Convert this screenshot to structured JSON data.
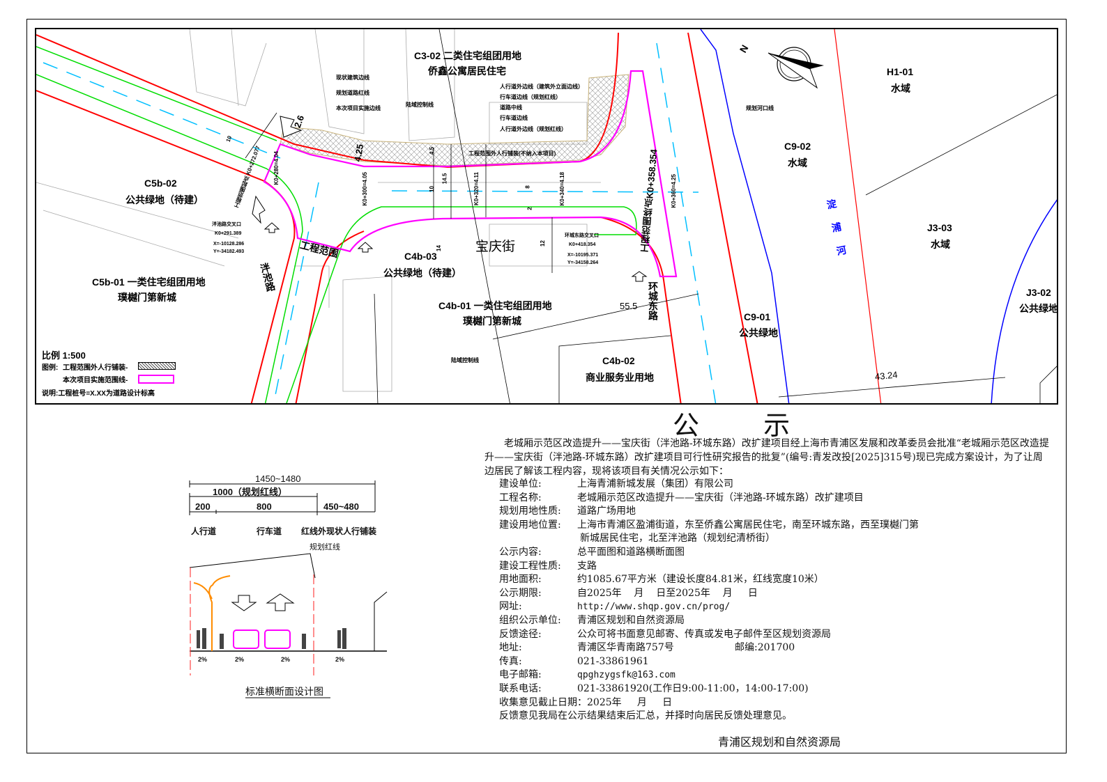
{
  "map": {
    "labels": {
      "c3_02_code": "C3-02 二类住宅组团用地",
      "c3_02_name": "侨鑫公寓居民住宅",
      "c5b_02_code": "C5b-02",
      "c5b_02_name": "公共绿地（待建）",
      "c5b_01_code": "C5b-01 一类住宅组团用地",
      "c5b_01_name": "璞樾门第新城",
      "c4b_03_code": "C4b-03",
      "c4b_03_name": "公共绿地（待建）",
      "c4b_01_code": "C4b-01 一类住宅组团用地",
      "c4b_01_name": "璞樾门第新城",
      "c4b_02_code": "C4b-02",
      "c4b_02_name": "商业服务业用地",
      "c9_02_code": "C9-02",
      "c9_02_name": "水域",
      "c9_01_code": "C9-01",
      "c9_01_name": "公共绿地",
      "h1_01_code": "H1-01",
      "h1_01_name": "水域",
      "j3_03_code": "J3-03",
      "j3_03_name": "水域",
      "j3_02_code": "J3-02",
      "j3_02_name": "公共绿地",
      "baoqing_street": "宝庆街",
      "panchi_road": "泮池路",
      "huancheng_east_road": "环城东路",
      "river": "淀浦河",
      "project_scope": "工程范围",
      "north": "N"
    },
    "callouts": {
      "left_1": "现状建筑边线",
      "left_2": "规划道路红线",
      "left_3": "本次项目实施边线",
      "right_1": "人行道外边线（建筑外立面边线）",
      "right_2": "行车道边线（规划红线）",
      "right_3": "道路中线",
      "right_4": "行车道边线",
      "right_5": "人行道外边线（规划红线）",
      "land_control_1": "陆域控制线",
      "land_control_2": "陆域控制线",
      "river_line": "规划河口线",
      "paving_note": "工程范围外人行铺装(不纳入本项目)",
      "start_point": "工程范围起点 K0+272.077",
      "end_point": "工程范围终点K0+358.354"
    },
    "intersections": {
      "panchi": {
        "name": "泮池路交叉口",
        "station": "K0+291.389",
        "x": "X=-10128.286",
        "y": "Y=-34182.493"
      },
      "huancheng": {
        "name": "环城东路交叉口",
        "station": "K0+418.354",
        "x": "X=-10195.371",
        "y": "Y=-34158.264"
      }
    },
    "dimensions": {
      "d_2_6": "2.6",
      "d_10a": "10",
      "d_4_25": "4.25",
      "d_4_5": "4.5",
      "d_14_5": "14.5",
      "d_10b": "10",
      "d_8": "8",
      "d_2": "2",
      "d_14": "14",
      "d_12": "12",
      "d_55_5": "55.5",
      "d_43_24": "43.24"
    },
    "stations": {
      "s280": "K0+280=4.04",
      "s300": "K0+300=4.05",
      "s320": "K0+320=4.11",
      "s340": "K0+340=4.18",
      "s360": "K0+360=4.25"
    },
    "legend": {
      "scale": "比例 1:500",
      "legend_label": "图例:",
      "paving": "工程范围外人行铺装-",
      "scope_line": "本次项目实施范围线-",
      "note": "说明:工程桩号=X.XX为道路设计标高"
    },
    "colors": {
      "red_line": "#ff0000",
      "scope": "#ff00ff",
      "green": "#00dd00",
      "blue": "#0000ff",
      "cyan": "#00bfff"
    }
  },
  "cross_section": {
    "total": "1450~1480",
    "red_line_width": "1000（规划红线）",
    "sidewalk_width": "200",
    "carriageway_width": "800",
    "outside_width": "450~480",
    "sidewalk": "人行道",
    "carriageway": "行车道",
    "outside_paving": "红线外现状人行铺装",
    "red_line_label": "规划红线",
    "slopes": [
      "2%",
      "2%",
      "2%",
      "2%"
    ],
    "caption": "标准横断面设计图"
  },
  "notice": {
    "title": "公 示",
    "intro": "老城厢示范区改造提升——宝庆街（泮池路-环城东路）改扩建项目经上海市青浦区发展和改革委员会批准“老城厢示范区改造提升——宝庆街（泮池路-环城东路）改扩建项目可行性研究报告的批复”(编号:青发改投[2025]315号)现已完成方案设计，为了让周边居民了解该工程内容，现将该项目有关情况公示如下：",
    "fields": [
      {
        "label": "建设单位:",
        "value": "上海青浦新城发展（集团）有限公司"
      },
      {
        "label": "工程名称:",
        "value": "老城厢示范区改造提升——宝庆街（泮池路-环城东路）改扩建项目"
      },
      {
        "label": "规划用地性质:",
        "value": "道路广场用地"
      },
      {
        "label": "建设用地位置:",
        "value": "上海市青浦区盈浦街道，东至侨鑫公寓居民住宅，南至环城东路，西至璞樾门第",
        "value2": "新城居民住宅，北至泮池路（规划纪清桥街）"
      },
      {
        "label": "公示内容:",
        "value": "总平面图和道路横断面图"
      },
      {
        "label": "建设工程性质:",
        "value": "支路"
      },
      {
        "label": "用地面积:",
        "value": "约1085.67平方米（建设长度84.81米，红线宽度10米）"
      },
      {
        "label": "公示期限:",
        "value": "自2025年    月    日至2025年    月     日"
      },
      {
        "label": "网址:",
        "value": "http://www.shqp.gov.cn/prog/"
      },
      {
        "label": "组织公示单位:",
        "value": "青浦区规划和自然资源局"
      },
      {
        "label": "反馈途径:",
        "value": "公众可将书面意见邮寄、传真或发电子邮件至区规划资源局"
      },
      {
        "label": "地址:",
        "value": "青浦区华青南路757号",
        "postcode": "邮编:201700"
      },
      {
        "label": "传真:",
        "value": "021-33861961"
      },
      {
        "label": "电子邮箱:",
        "value": "qpghzygsfk@163.com"
      },
      {
        "label": "联系电话:",
        "value": "021-33861920(工作日9:00-11:00，14:00-17:00)"
      }
    ],
    "deadline": "收集意见截止日期：2025年     月     日",
    "closing": "反馈意见我局在公示结果结束后汇总，并择时向居民反馈处理意见。",
    "signature": "青浦区规划和自然资源局"
  }
}
